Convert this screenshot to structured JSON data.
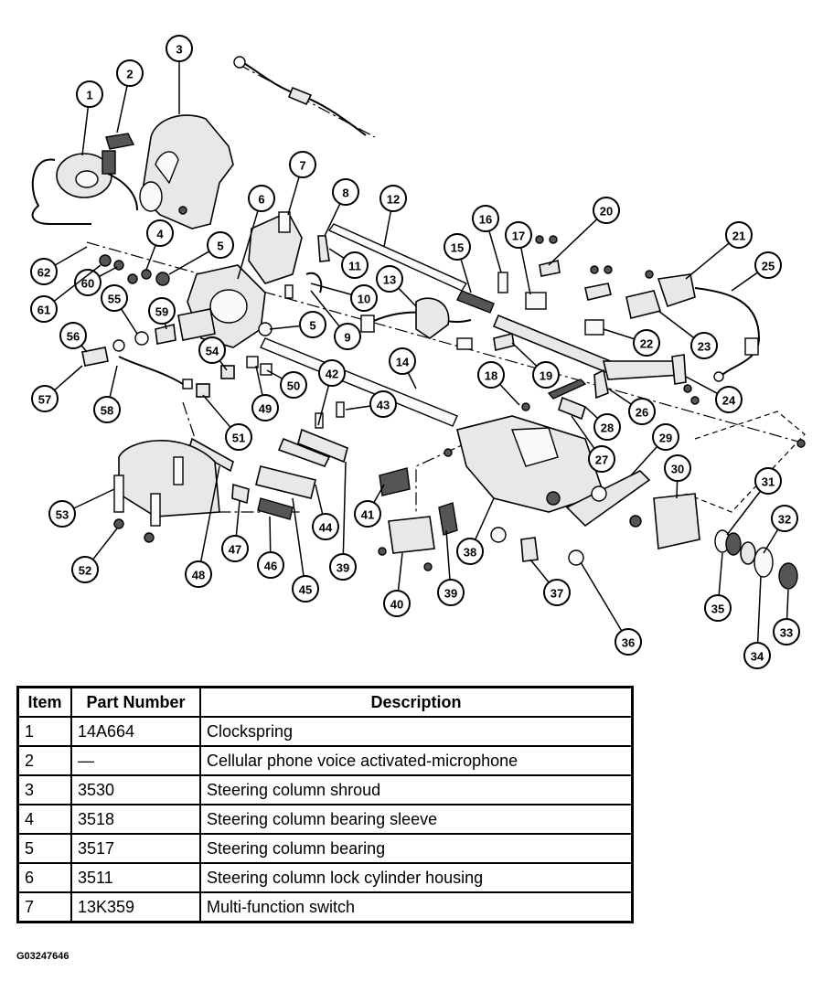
{
  "callouts": [
    "1",
    "2",
    "3",
    "4",
    "5",
    "5",
    "6",
    "7",
    "8",
    "9",
    "10",
    "11",
    "12",
    "13",
    "14",
    "15",
    "16",
    "17",
    "18",
    "19",
    "20",
    "21",
    "22",
    "23",
    "24",
    "25",
    "26",
    "27",
    "28",
    "29",
    "30",
    "31",
    "32",
    "33",
    "34",
    "35",
    "36",
    "37",
    "38",
    "39",
    "39",
    "40",
    "41",
    "42",
    "43",
    "44",
    "45",
    "46",
    "47",
    "48",
    "49",
    "50",
    "51",
    "52",
    "53",
    "54",
    "55",
    "56",
    "57",
    "58",
    "59",
    "60",
    "61",
    "62"
  ],
  "table": {
    "headers": [
      "Item",
      "Part Number",
      "Description"
    ],
    "rows": [
      [
        "1",
        "14A664",
        "Clockspring"
      ],
      [
        "2",
        "—",
        "Cellular phone voice activated-microphone"
      ],
      [
        "3",
        "3530",
        "Steering column shroud"
      ],
      [
        "4",
        "3518",
        "Steering column bearing sleeve"
      ],
      [
        "5",
        "3517",
        "Steering column bearing"
      ],
      [
        "6",
        "3511",
        "Steering column lock cylinder housing"
      ],
      [
        "7",
        "13K359",
        "Multi-function switch"
      ]
    ]
  },
  "figure_id": "G03247646"
}
